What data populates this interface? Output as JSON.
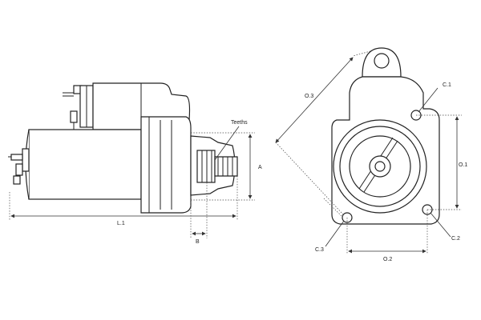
{
  "labels": {
    "teeth": "Teeths",
    "a": "A",
    "b": "B",
    "l1": "L.1",
    "o3": "O.3",
    "o1": "O.1",
    "o2": "O.2",
    "c1": "C.1",
    "c2": "C.2",
    "c3": "C.3"
  }
}
